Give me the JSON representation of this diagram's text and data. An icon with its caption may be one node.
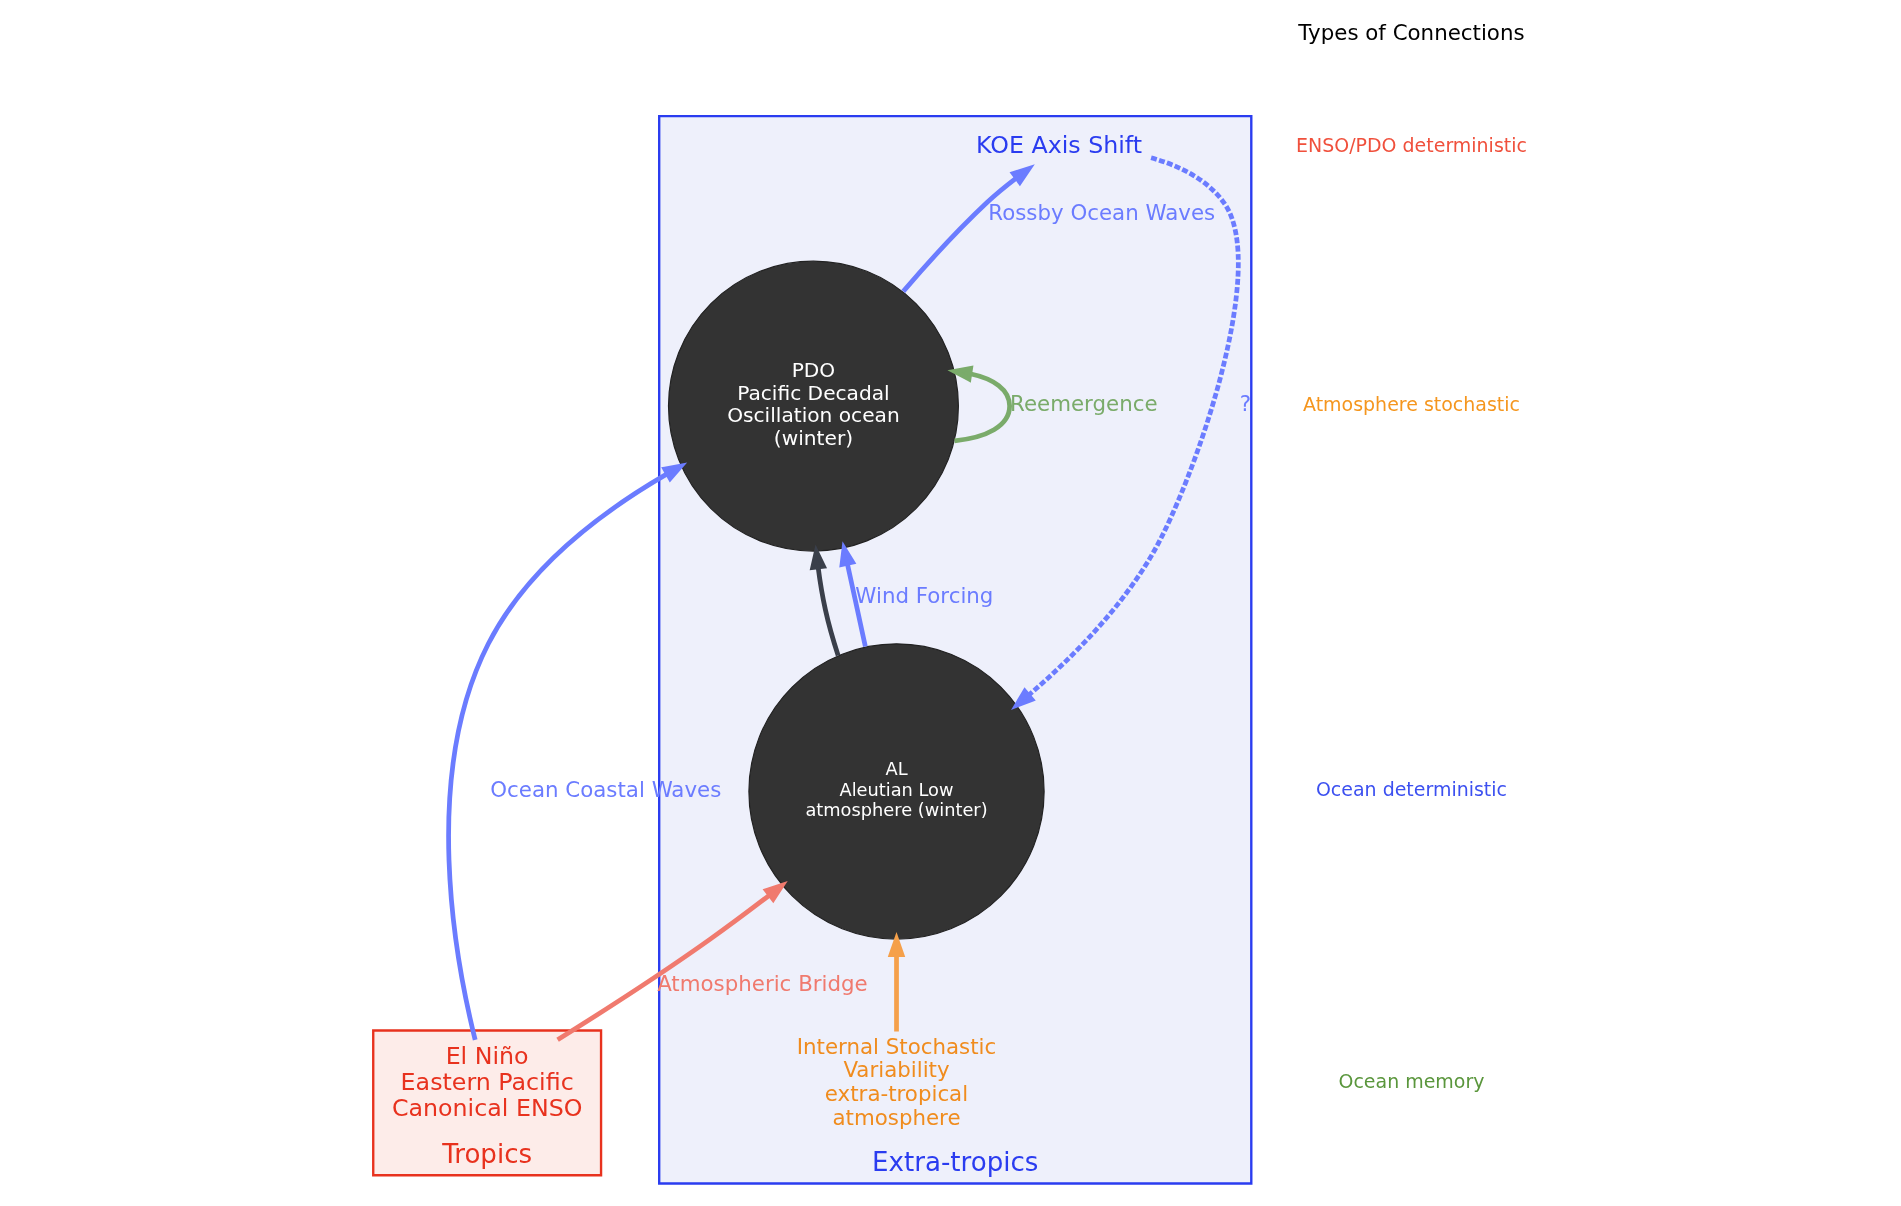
{
  "diagram": {
    "nodes": [
      {
        "text": [
          "Extra-tropics"
        ]
      },
      {
        "text": [
          "Tropics"
        ]
      },
      {
        "text": [
          "AL",
          "Aleutian Low atmosphere (winter)"
        ],
        "in": 0
      },
      {
        "text": [
          "PDO",
          "Pacific Decadal Oscillation ocean (winter)"
        ],
        "in": 0
      },
      {
        "text": [
          "KOE Axis Shift"
        ],
        "in": 0
      },
      {
        "text": [
          "El Niño",
          "Eastern Pacific",
          "Canonical ENSO"
        ],
        "in": 1
      },
      {
        "text": [
          "Internal Stochastic Variability",
          "extra-tropical atmosphere"
        ],
        "in": 0
      }
    ],
    "edges": [
      {
        "from": 6,
        "to": 2,
        "arrow": "to",
        "color": "#f5a04a"
      },
      {
        "from": 2,
        "to": 3,
        "arrow": "to",
        "color": "#3a3f4a"
      },
      {
        "from": 2,
        "to": 3,
        "label": "Wind Forcing",
        "arrow": "to"
      },
      {
        "from": 3,
        "to": 4,
        "label": "Rossby Ocean Waves",
        "arrow": "to"
      },
      {
        "from": 4,
        "to": 2,
        "label": "?",
        "arrow": "to",
        "style": "dashed"
      },
      {
        "from": 3,
        "to": 3,
        "label": "Reemergence",
        "arrow": "to",
        "color": "#7aab6a"
      },
      {
        "from": 5,
        "to": 3,
        "label": "Ocean Coastal Waves",
        "arrow": "to"
      },
      {
        "from": 5,
        "to": 2,
        "label": "Atmospheric Bridge",
        "arrow": "to",
        "color": "#f07a6e"
      }
    ],
    "labels": [
      "Types of Connections"
    ],
    "legend": [
      {
        "text": "ENSO/PDO deterministic"
      },
      {
        "text": "Atmosphere stochastic"
      },
      {
        "text": "Ocean deterministic"
      },
      {
        "text": "Ocean memory"
      }
    ]
  }
}
